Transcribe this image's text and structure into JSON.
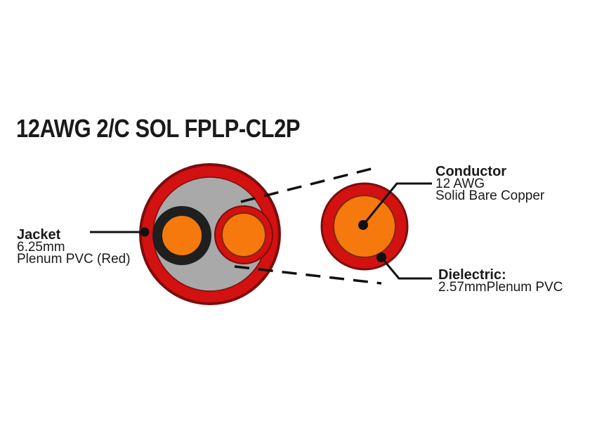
{
  "title": "12AWG 2/C SOL FPLP-CL2P",
  "callouts": {
    "jacket": {
      "heading": "Jacket",
      "lines": [
        "6.25mm",
        "Plenum PVC (Red)"
      ]
    },
    "conductor": {
      "heading": "Conductor",
      "lines": [
        "12 AWG",
        "Solid Bare Copper"
      ]
    },
    "dielectric": {
      "heading": "Dielectric:",
      "lines": [
        "2.57mmPlenum PVC"
      ]
    }
  },
  "colors": {
    "jacket_red": "#d31111",
    "outline_dark_red": "#7c0d0d",
    "filler_gray": "#a9a9a9",
    "insulation_black": "#1f1f1f",
    "copper_orange": "#f6790e",
    "copper_edge_brown": "#7c2a00",
    "line_black": "#111111",
    "text_black": "#1a1a1a",
    "background_white": "#ffffff"
  }
}
